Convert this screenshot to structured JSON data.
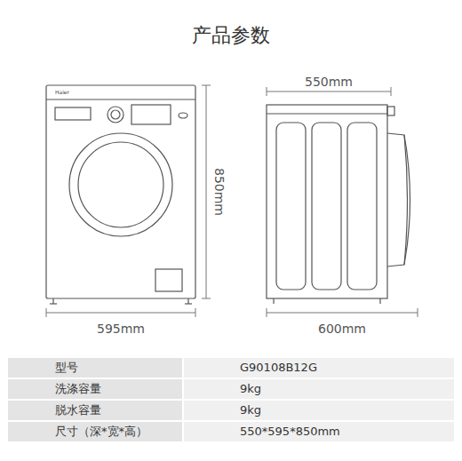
{
  "diagram": {
    "title": "产品参数",
    "labels": [
      "Haier",
      "850mm",
      "595mm",
      "550mm",
      "600mm",
      "型号",
      "G90108B12G",
      "洗涤容量",
      "9kg",
      "脱水容量",
      "9kg",
      "尺寸（深*宽*高）",
      "550*595*850mm"
    ]
  }
}
